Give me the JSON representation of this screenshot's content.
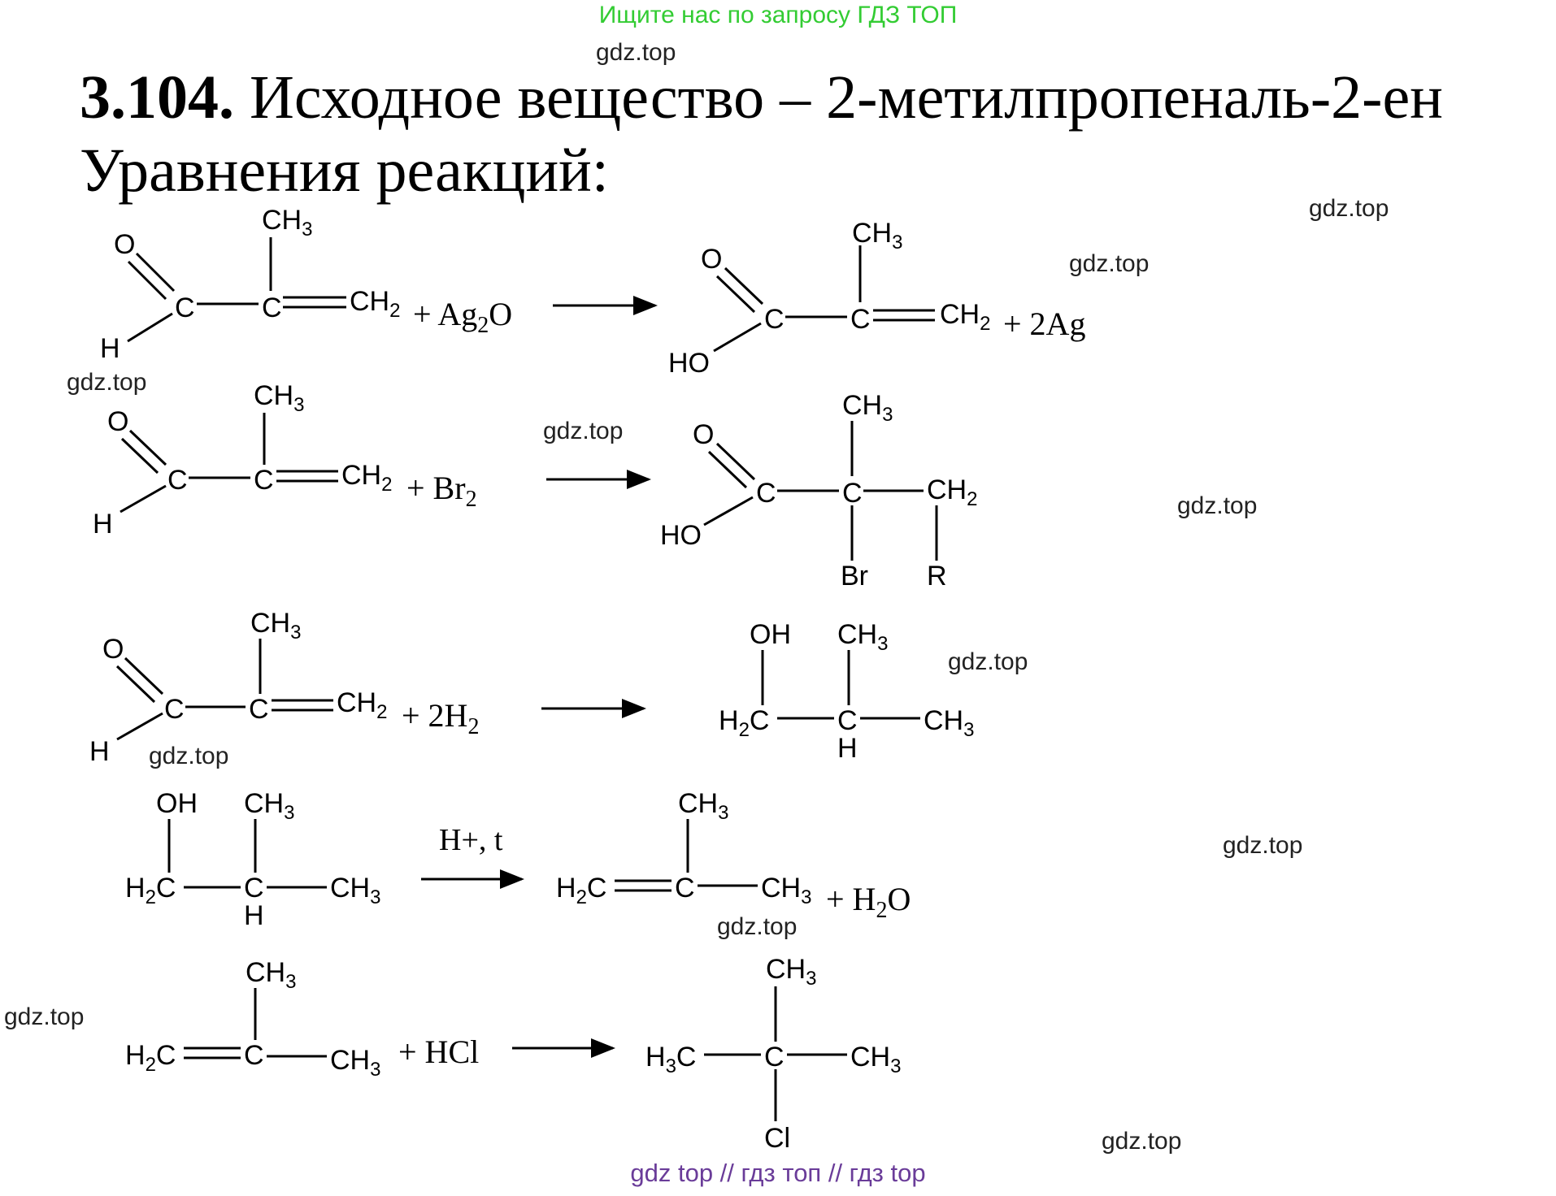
{
  "banner": "Ищите нас по запросу ГДЗ ТОП",
  "footer": "gdz top  //  гдз топ  //  гдз top",
  "watermark": "gdz.top",
  "heading": {
    "number": "3.104.",
    "title": "Исходное вещество – 2-метилпропеналь-2-ен",
    "subtitle": "Уравнения реакций:"
  },
  "reactions": [
    {
      "reagent": "+ Ag2O",
      "product_extra": "+ 2Ag",
      "condition": ""
    },
    {
      "reagent": "+ Br2",
      "product_extra": "",
      "condition": ""
    },
    {
      "reagent": "+ 2H2",
      "product_extra": "",
      "condition": ""
    },
    {
      "reagent": "",
      "product_extra": "+ H2O",
      "condition": "H+, t"
    },
    {
      "reagent": "+ HCl",
      "product_extra": "",
      "condition": ""
    }
  ],
  "atoms": {
    "O": "O",
    "H": "H",
    "C": "C",
    "HO": "HO",
    "OH": "OH",
    "CH3": "CH3",
    "CH2": "CH2",
    "H2C": "H2C",
    "H3C": "H3C",
    "Br": "Br",
    "R": "R",
    "Cl": "Cl"
  }
}
